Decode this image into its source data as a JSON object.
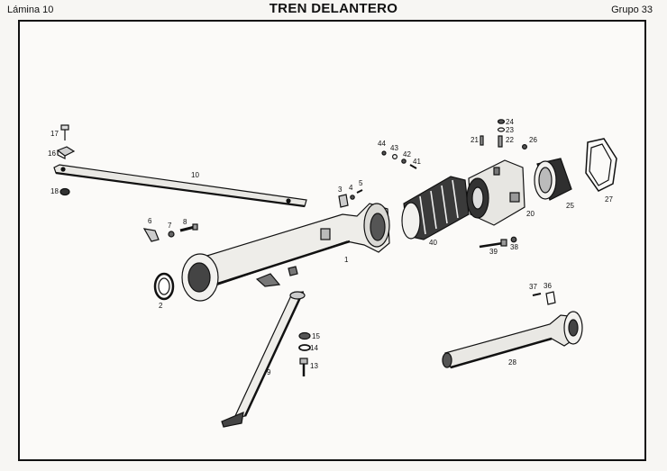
{
  "header": {
    "sheet": "Lámina 10",
    "title": "TREN DELANTERO",
    "group": "Grupo 33"
  },
  "callouts": [
    "1",
    "2",
    "3",
    "4",
    "5",
    "6",
    "7",
    "8",
    "9",
    "10",
    "13",
    "14",
    "15",
    "16",
    "17",
    "18",
    "20",
    "21",
    "22",
    "23",
    "24",
    "25",
    "26",
    "27",
    "28",
    "36",
    "37",
    "38",
    "39",
    "40",
    "41",
    "42",
    "43",
    "44"
  ]
}
